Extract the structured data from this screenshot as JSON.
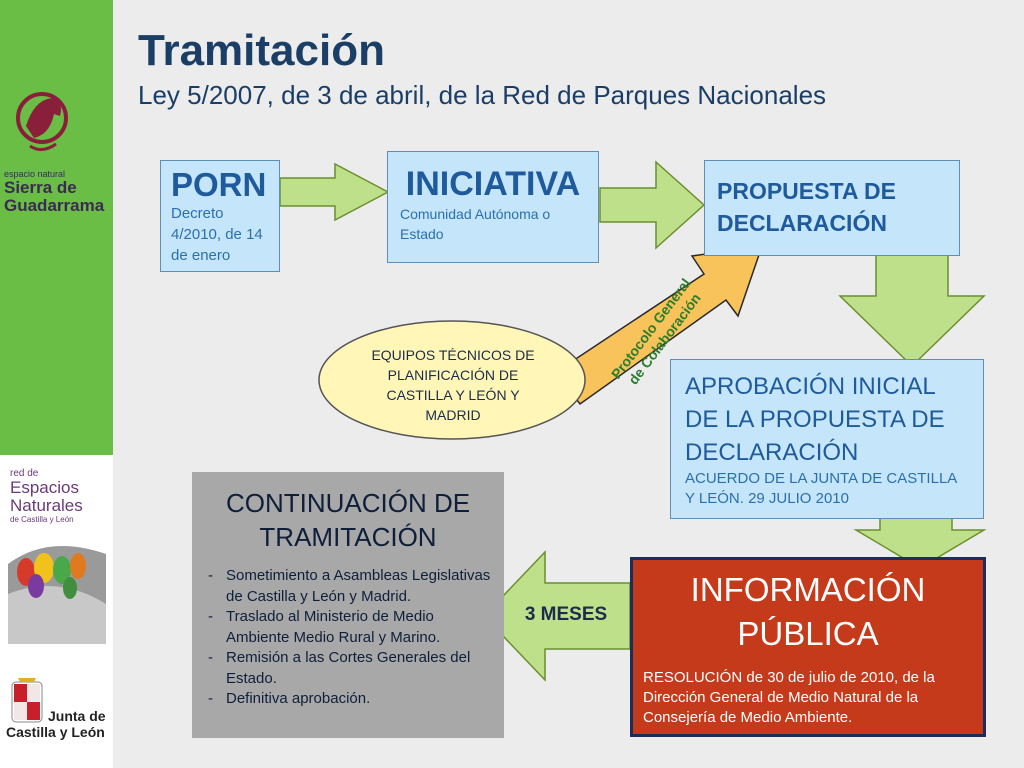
{
  "title": "Tramitación",
  "subtitle": "Ley 5/2007, de 3 de abril, de la Red de Parques Nacionales",
  "logos": {
    "sierra_small": "espacio natural",
    "sierra_name_1": "Sierra de",
    "sierra_name_2": "Guadarrama",
    "espacios_red": "red de",
    "espacios_1": "Espacios",
    "espacios_2": "Naturales",
    "espacios_3": "de Castilla y León",
    "jcyl_1": "Junta de",
    "jcyl_2": "Castilla y León"
  },
  "porn": {
    "heading": "PORN",
    "text": "Decreto 4/2010, de 14 de enero"
  },
  "iniciativa": {
    "heading": "INICIATIVA",
    "text": "Comunidad Autónoma o Estado"
  },
  "propuesta": {
    "heading": "PROPUESTA DE DECLARACIÓN"
  },
  "aprobacion": {
    "heading": "APROBACIÓN INICIAL DE LA PROPUESTA DE DECLARACIÓN",
    "text": "ACUERDO DE LA JUNTA DE CASTILLA Y LEÓN. 29 JULIO 2010"
  },
  "equipos": {
    "text": "EQUIPOS TÉCNICOS DE PLANIFICACIÓN DE CASTILLA Y LEÓN Y MADRID"
  },
  "protocolo": {
    "line1": "Protocolo General",
    "line2": "de Colaboración"
  },
  "informacion": {
    "heading": "INFORMACIÓN PÚBLICA",
    "text": "RESOLUCIÓN de 30 de julio de 2010, de la Dirección General de Medio Natural de la Consejería de Medio Ambiente."
  },
  "meses": {
    "label": "3 MESES"
  },
  "continuacion": {
    "heading": "CONTINUACIÓN DE TRAMITACIÓN",
    "items": [
      "Sometimiento a Asambleas Legislativas de Castilla y León y Madrid.",
      "Traslado al Ministerio de Medio Ambiente Medio Rural y Marino.",
      "Remisión a las Cortes Generales del Estado.",
      "Definitiva aprobación."
    ]
  },
  "colors": {
    "sidebar_green": "#6bbe45",
    "box_blue": "#c5e6fa",
    "arrow_green": "#bfe08a",
    "info_red": "#c53a1b",
    "gray_box": "#a8a8a8",
    "ellipse_yellow": "#fff6b8",
    "protocol_orange": "#f7c35a"
  }
}
